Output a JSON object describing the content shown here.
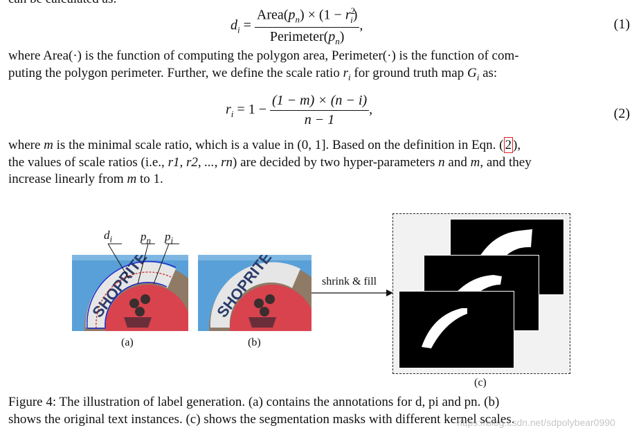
{
  "top_fragment": "can be calculated as:",
  "eq1": {
    "lhs": "d",
    "lhs_sub": "i",
    "num_a": "Area(",
    "num_p": "p",
    "num_p_sub": "n",
    "num_b": ") × (1 − ",
    "num_r": "r",
    "num_r_sup": "2",
    "num_r_sub": "i",
    "num_c": ")",
    "den_a": "Perimeter(",
    "den_p": "p",
    "den_p_sub": "n",
    "den_b": ")",
    "trail": ",",
    "number": "(1)"
  },
  "para1_line1": "where Area(·) is the function of computing the polygon area, Perimeter(·) is the function of com-",
  "para1_line2_a": "puting the polygon perimeter.  Further, we define the scale ratio ",
  "para1_line2_r": "r",
  "para1_line2_rsub": "i",
  "para1_line2_b": " for ground truth map ",
  "para1_line2_g": "G",
  "para1_line2_gsub": "i",
  "para1_line2_c": " as:",
  "eq2": {
    "lhs": "r",
    "lhs_sub": "i",
    "mid": " = 1 − ",
    "num": "(1 − m) × (n − i)",
    "den": "n − 1",
    "trail": ",",
    "number": "(2)"
  },
  "para2_line1_a": "where ",
  "para2_line1_m": "m",
  "para2_line1_b": " is the minimal scale ratio, which is a value in (0, 1]. Based on the definition in Eqn. (",
  "para2_line1_ref": "2",
  "para2_line1_c": "),",
  "para2_line2_a": "the values of scale ratios (i.e., ",
  "para2_line2_vals": "r1, r2, ..., rn",
  "para2_line2_b": ") are decided by two hyper-parameters ",
  "para2_line2_n": "n",
  "para2_line2_c": " and ",
  "para2_line2_m": "m",
  "para2_line2_d": ", and they",
  "para2_line3_a": "increase linearly from ",
  "para2_line3_m": "m",
  "para2_line3_b": " to 1.",
  "figure": {
    "label_di": "d",
    "label_di_sub": "i",
    "label_pn": "p",
    "label_pn_sub": "n",
    "label_pi": "p",
    "label_pi_sub": "i",
    "sign_text": "SHOPRITE",
    "arrow_label": "shrink & fill",
    "sub_a": "(a)",
    "sub_b": "(b)",
    "sub_c": "(c)"
  },
  "caption_line1": "Figure 4: The illustration of label generation. (a) contains the annotations for d, pi and pn. (b)",
  "caption_line2": "shows the original text instances. (c) shows the segmentation masks with different kernel scales.",
  "watermark": "https://blog.csdn.net/sdpolybear0990"
}
